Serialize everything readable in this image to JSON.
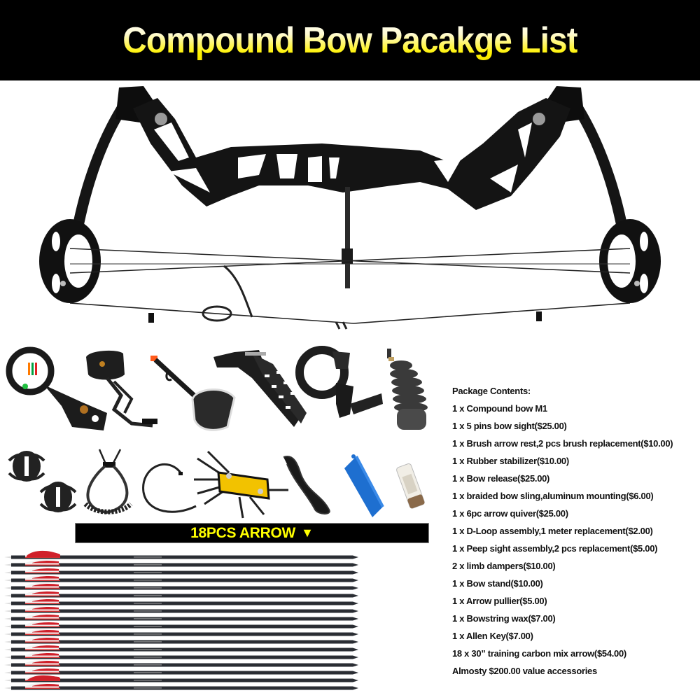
{
  "header": {
    "title": "Compound Bow Pacakge List",
    "background_color": "#000000",
    "title_color": "#fff200"
  },
  "bow": {
    "name": "Compound bow M1",
    "color": "#111111",
    "icon": "compound-bow-icon"
  },
  "accessories_row1": [
    {
      "name": "5 pins bow sight",
      "icon": "bow-sight-icon"
    },
    {
      "name": "6pc arrow quiver",
      "icon": "quiver-icon"
    },
    {
      "name": "Bow release",
      "icon": "bow-release-icon"
    },
    {
      "name": "Bow stand",
      "icon": "bow-stand-icon"
    },
    {
      "name": "Brush arrow rest",
      "icon": "arrow-rest-icon"
    },
    {
      "name": "Rubber stabilizer",
      "icon": "stabilizer-icon"
    }
  ],
  "accessories_row2": [
    {
      "name": "Limb dampers",
      "icon": "limb-damper-icon"
    },
    {
      "name": "Braided bow sling",
      "icon": "bow-sling-icon"
    },
    {
      "name": "D-Loop",
      "icon": "d-loop-icon"
    },
    {
      "name": "Allen Key",
      "icon": "allen-key-icon"
    },
    {
      "name": "D-Loop replacement cord",
      "icon": "cord-icon"
    },
    {
      "name": "Arrow puller",
      "icon": "arrow-puller-icon"
    },
    {
      "name": "Bowstring wax",
      "icon": "bowstring-wax-icon"
    }
  ],
  "arrow_banner": {
    "label": "18PCS ARROW",
    "glyph": "▼",
    "text_color": "#ffff00"
  },
  "arrows": {
    "count": 18,
    "shaft_color": "#2a2d33",
    "fletching_red": "#d0202a",
    "fletching_white": "#f2f2f2"
  },
  "contents": {
    "heading": "Package Contents:",
    "items": [
      "1 x Compound bow M1",
      "1 x 5 pins bow sight($25.00)",
      "1 x Brush arrow rest,2 pcs brush replacement($10.00)",
      "1 x Rubber stabilizer($10.00)",
      "1 x Bow release($25.00)",
      "1 x braided bow sling,aluminum mounting($6.00)",
      "1 x 6pc arrow quiver($25.00)",
      "1 x D-Loop assembly,1 meter replacement($2.00)",
      "1 x Peep sight assembly,2 pcs replacement($5.00)",
      "2 x limb dampers($10.00)",
      "1 x Bow stand($10.00)",
      "1 x Arrow pullier($5.00)",
      "1 x Bowstring wax($7.00)",
      "1 x Allen Key($7.00)",
      "18 x 30” training carbon mix arrow($54.00)",
      "Almosty $200.00 value accessories"
    ]
  }
}
